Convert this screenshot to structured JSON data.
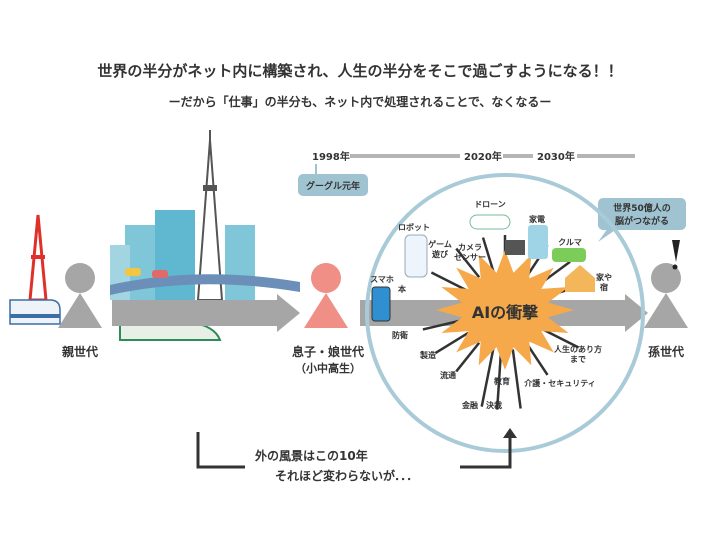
{
  "title": "世界の半分がネット内に構築され、人生の半分をそこで過ごすようになる！！",
  "subtitle": "ーだから「仕事」の半分も、ネット内で処理されることで、なくなるー",
  "timeline": {
    "y1998": "1998年",
    "y2020": "2020年",
    "y2030": "2030年",
    "google_note": "グーグル元年"
  },
  "figures": {
    "parents": "親世代",
    "children": "息子・娘世代",
    "children_sub": "（小中高生）",
    "grandchildren": "孫世代"
  },
  "speech": {
    "line1": "世界50億人の",
    "line2": "脳がつながる"
  },
  "ai": {
    "center": "AIの衝撃",
    "items": [
      "ロボット",
      "ゲーム",
      "遊び",
      "カメラ",
      "センサー",
      "ドローン",
      "家電",
      "クルマ",
      "家や",
      "宿",
      "スマホ",
      "本",
      "防衛",
      "製造",
      "流通",
      "金融・決裁",
      "教育",
      "介護・セキュリティ",
      "人生のあり方",
      "まで"
    ]
  },
  "bottom": {
    "line1": "外の風景はこの10年",
    "line2": "それほど変わらないが．．．"
  },
  "colors": {
    "gray": "#a6a6a6",
    "pink": "#ef8f86",
    "circle": "#a9cbd8",
    "burst": "#f5a94a",
    "note": "#9fc3d1"
  }
}
